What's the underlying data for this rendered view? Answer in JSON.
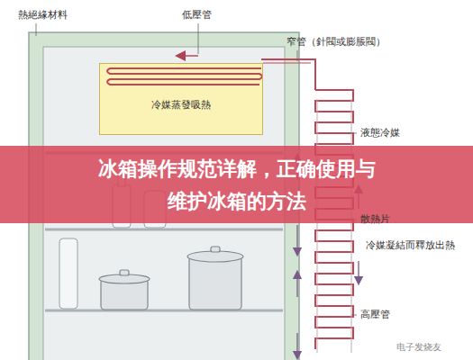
{
  "diagram": {
    "title": "冰箱操作规范详解，正确使用与维护冰箱的方法",
    "nodes": [
      {
        "text": [
          "冷媒蒸發吸熱"
        ]
      }
    ],
    "labels": [
      "熱絕緣材料",
      "低壓管",
      "窄管（針閥或膨脹閥）",
      "液態冷媒",
      "散熱片",
      "冷媒凝結而釋放出熱",
      "高壓管",
      "电子发烧友"
    ]
  }
}
